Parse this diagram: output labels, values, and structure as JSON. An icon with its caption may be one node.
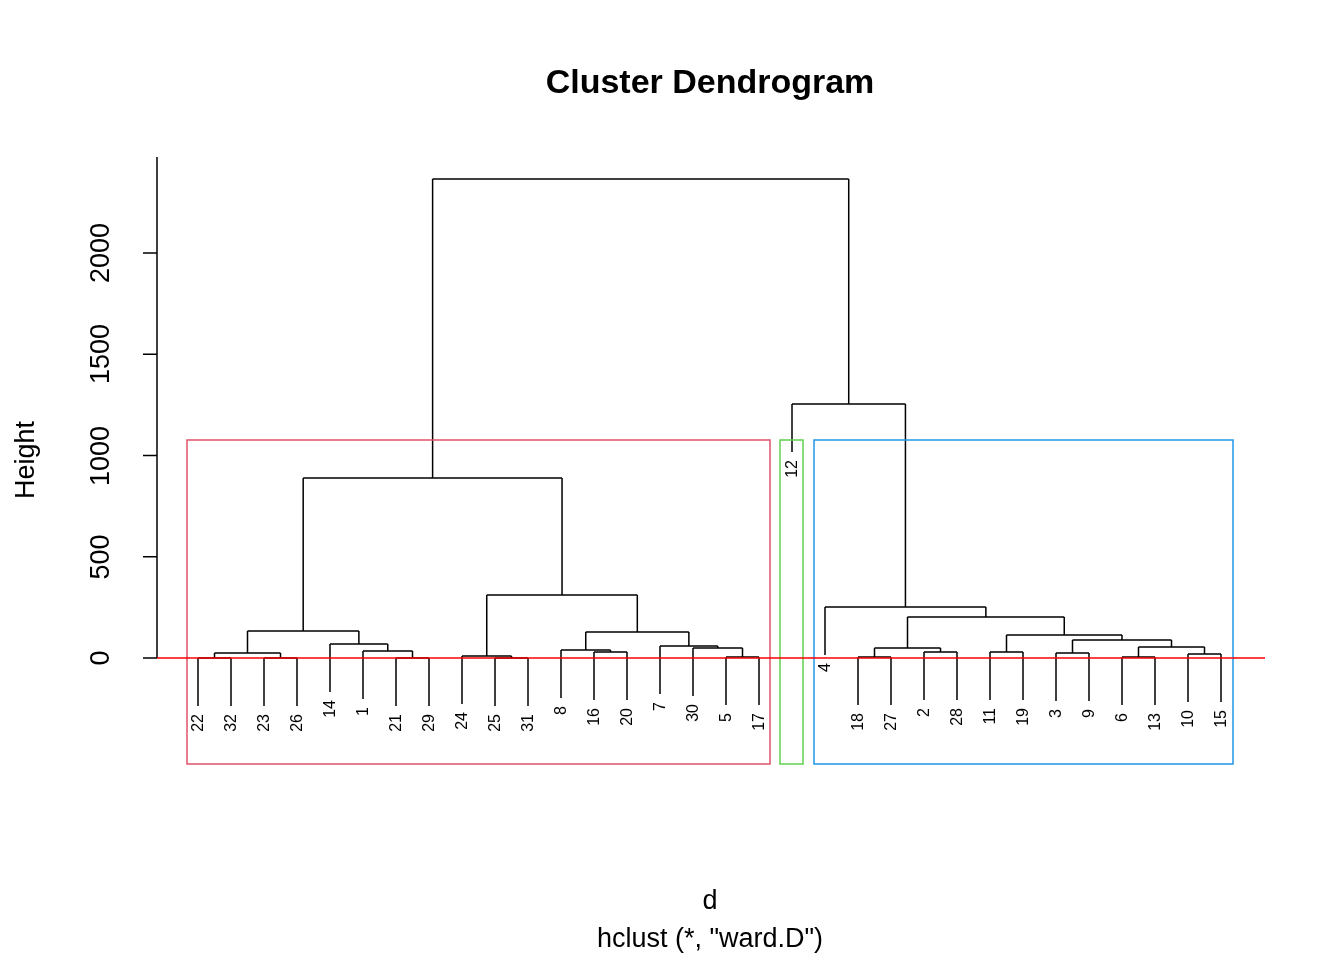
{
  "diagram": {
    "title": "Cluster Dendrogram",
    "labels": [
      "0",
      "500",
      "1000",
      "1500",
      "2000",
      "Height",
      "22",
      "32",
      "23",
      "26",
      "14",
      "1",
      "21",
      "29",
      "24",
      "25",
      "31",
      "8",
      "16",
      "20",
      "7",
      "30",
      "5",
      "17",
      "12",
      "4",
      "18",
      "27",
      "2",
      "28",
      "11",
      "19",
      "3",
      "9",
      "6",
      "13",
      "10",
      "15",
      "d",
      "hclust (*, \"ward.D\")"
    ]
  }
}
